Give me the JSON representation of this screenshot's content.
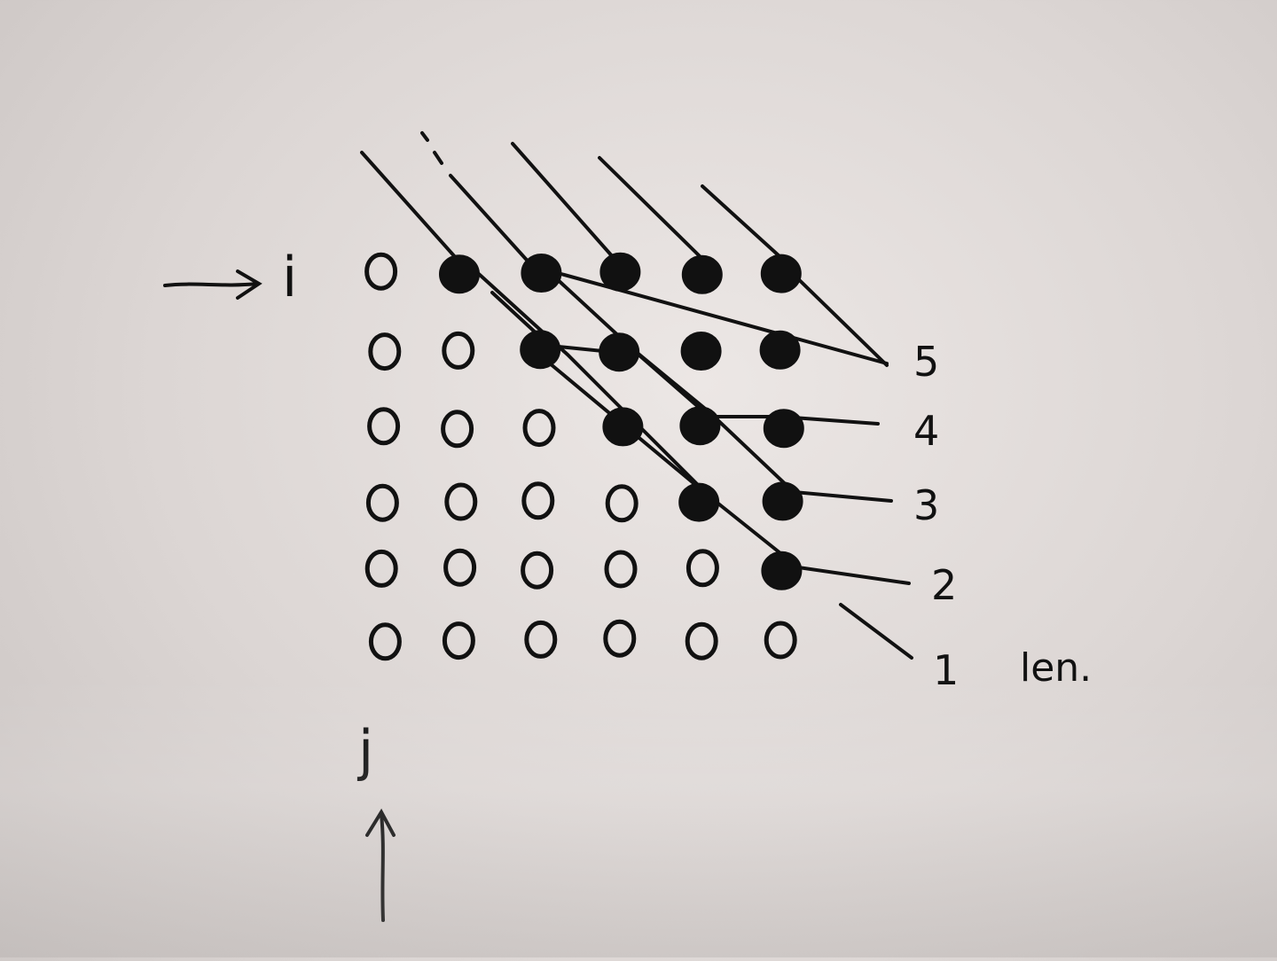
{
  "diagram": {
    "axis_i_label": "i",
    "axis_j_label": "j",
    "len_label": "len.",
    "diagonal_labels": [
      "5",
      "4",
      "3",
      "2",
      "1"
    ],
    "grid": {
      "rows": 6,
      "cols": 6,
      "filled": [
        [
          false,
          true,
          true,
          true,
          true,
          true
        ],
        [
          false,
          false,
          true,
          true,
          true,
          true
        ],
        [
          false,
          false,
          false,
          true,
          true,
          true
        ],
        [
          false,
          false,
          false,
          false,
          true,
          true
        ],
        [
          false,
          false,
          false,
          false,
          false,
          true
        ],
        [
          false,
          false,
          false,
          false,
          false,
          false
        ]
      ]
    },
    "ink_color": "#111111",
    "paper_color": "#e4dfdd"
  }
}
